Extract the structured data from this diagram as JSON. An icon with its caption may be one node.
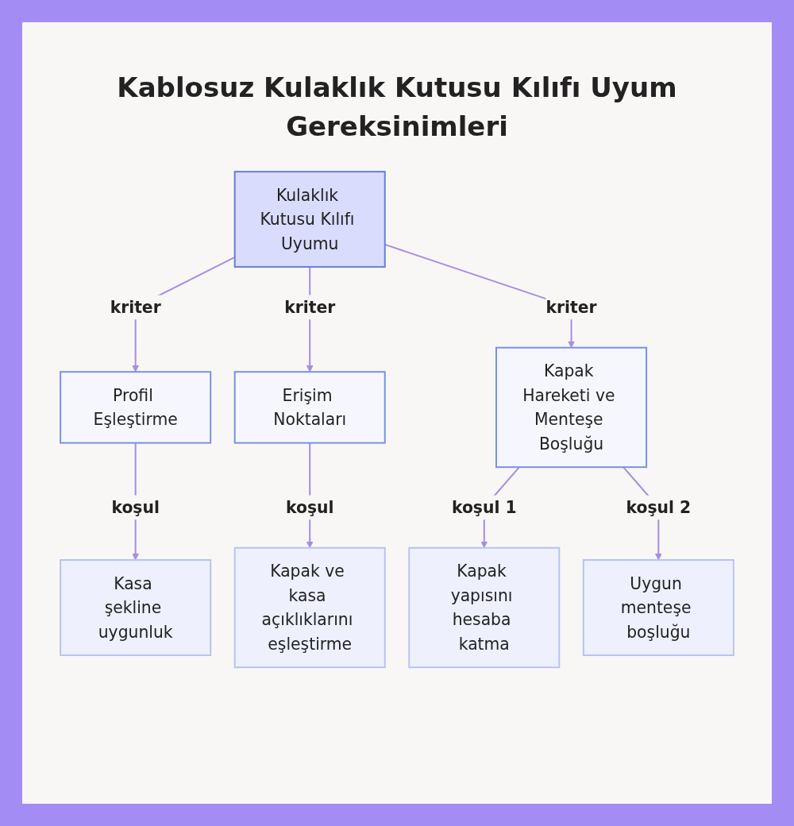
{
  "diagram": {
    "title": "Kablosuz Kulaklık Kutusu Kılıfı Uyum Gereksinimleri",
    "nodes": [
      {
        "text": [
          "Kulaklık Kutusu Kılıfı Uyumu"
        ]
      },
      {
        "text": [
          "Profil Eşleştirme"
        ]
      },
      {
        "text": [
          "Erişim Noktaları"
        ]
      },
      {
        "text": [
          "Kapak Hareketi ve Menteşe Boşluğu"
        ]
      },
      {
        "text": [
          "Kasa şekline uygunluk"
        ]
      },
      {
        "text": [
          "Kapak ve kasa açıklıklarını eşleştirme"
        ]
      },
      {
        "text": [
          "Kapak yapısını hesaba katma"
        ]
      },
      {
        "text": [
          "Uygun menteşe boşluğu"
        ]
      }
    ],
    "edges": [
      {
        "from": 0,
        "to": 1,
        "arrow": "to",
        "label": "kriter"
      },
      {
        "from": 0,
        "to": 2,
        "arrow": "to",
        "label": "kriter"
      },
      {
        "from": 0,
        "to": 3,
        "arrow": "to",
        "label": "kriter"
      },
      {
        "from": 1,
        "to": 4,
        "arrow": "to",
        "label": "koşul"
      },
      {
        "from": 2,
        "to": 5,
        "arrow": "to",
        "label": "koşul"
      },
      {
        "from": 3,
        "to": 6,
        "arrow": "to",
        "label": "koşul 1"
      },
      {
        "from": 3,
        "to": 7,
        "arrow": "to",
        "label": "koşul 2"
      }
    ]
  }
}
